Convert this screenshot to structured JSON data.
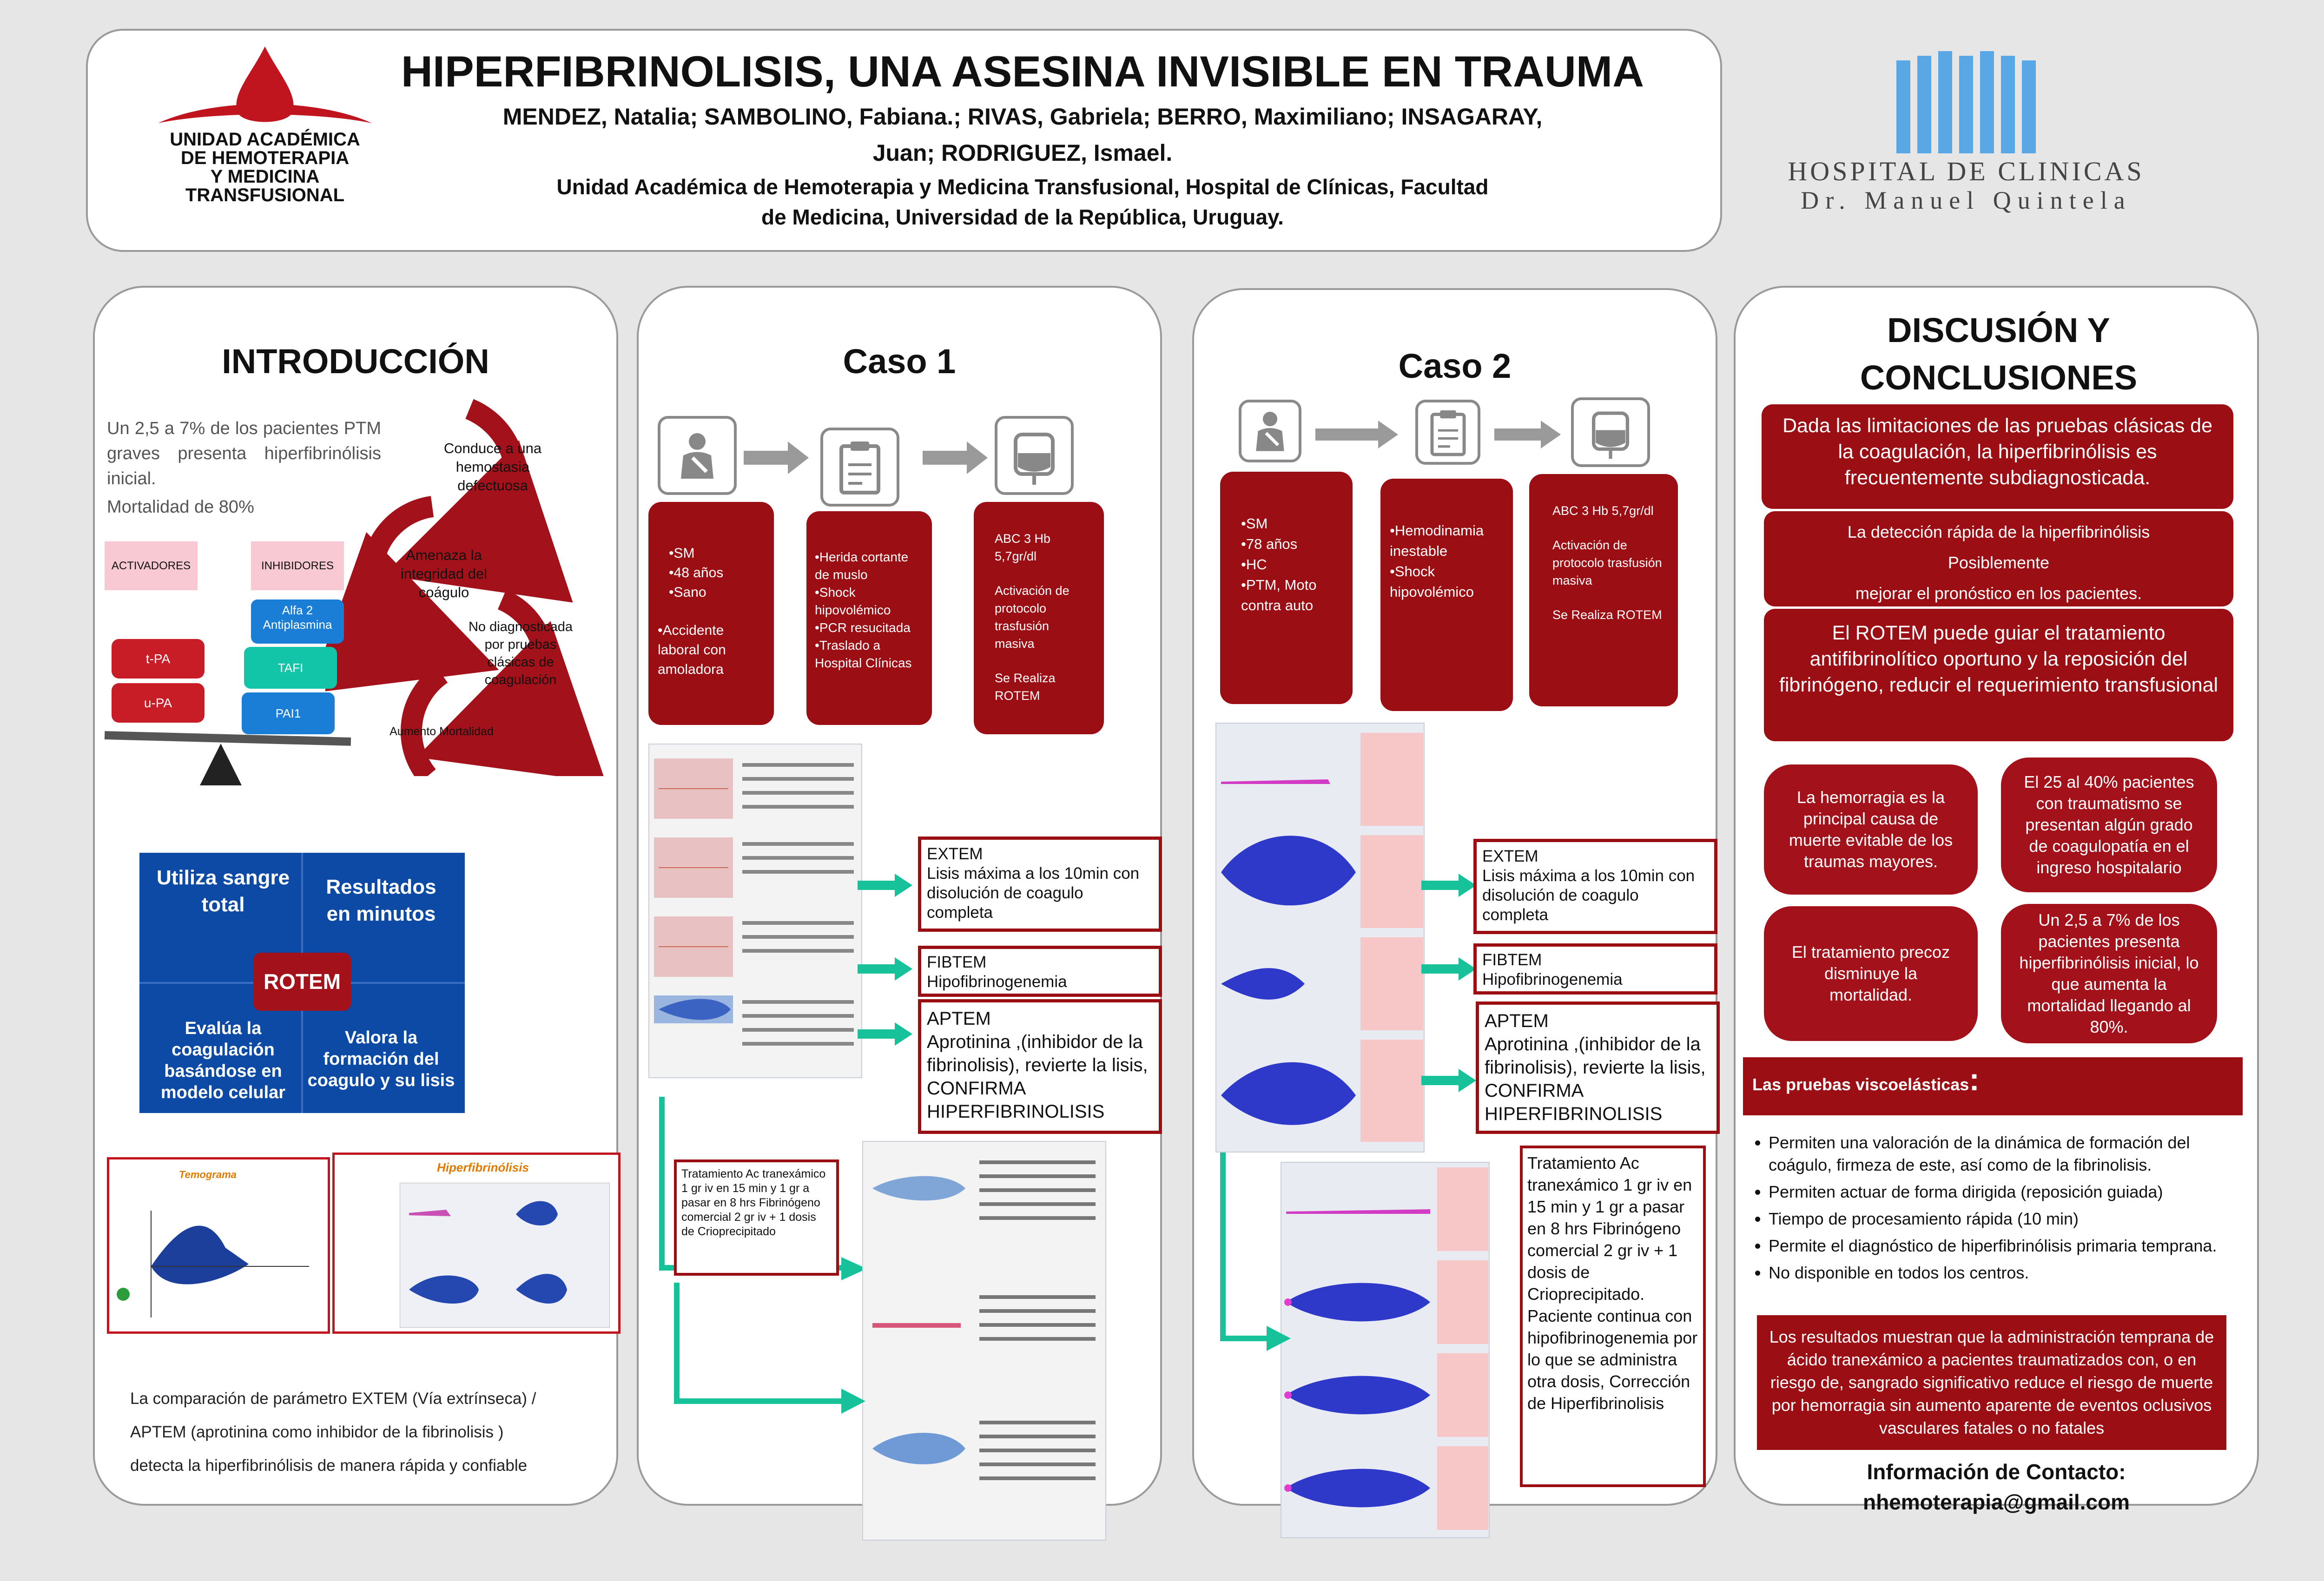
{
  "header": {
    "title": "HIPERFIBRINOLISIS, UNA ASESINA INVISIBLE EN TRAUMA",
    "authors_line1": "MENDEZ, Natalia; SAMBOLINO, Fabiana.; RIVAS, Gabriela; BERRO, Maximiliano; INSAGARAY,",
    "authors_line2": "Juan; RODRIGUEZ, Ismael.",
    "affiliation_line1": "Unidad Académica de Hemoterapia y Medicina Transfusional, Hospital de Clínicas, Facultad",
    "affiliation_line2": "de Medicina, Universidad de la República, Uruguay.",
    "logo_left": [
      "UNIDAD ACADÉMICA",
      "DE HEMOTERAPIA",
      "Y MEDICINA",
      "TRANSFUSIONAL"
    ],
    "logo_right_line1": "HOSPITAL DE CLINICAS",
    "logo_right_line2": "Dr. Manuel Quintela"
  },
  "intro": {
    "title": "INTRODUCCIÓN",
    "text1": "Un 2,5 a 7% de los pacientes PTM graves presenta hiperfibrinólisis inicial.",
    "text2": "Mortalidad de 80%",
    "activadores": "ACTIVADORES",
    "inhibidores": "INHIBIDORES",
    "tpa": "t-PA",
    "upa": "u-PA",
    "alfa2": "Alfa 2 Antiplasmina",
    "tafi": "TAFI",
    "pai1": "PAI1",
    "cycle": [
      "Conduce a una hemostasia defectuosa",
      "Amenaza la integridad del coágulo",
      "No diagnosticada por pruebas clásicas de coagulación",
      "Aumento Mortalidad"
    ],
    "rotem_center": "ROTEM",
    "rotem_q1": "Utiliza sangre total",
    "rotem_q2": "Resultados en minutos",
    "rotem_q3": "Evalúa la coagulación basándose en modelo celular",
    "rotem_q4": "Valora la formación del coagulo y su lisis",
    "temograma": "Temograma",
    "hiperfib": "Hiperfibrinólisis",
    "bottom1": "La comparación de parámetro EXTEM (Vía extrínseca) /",
    "bottom2": "APTEM (aprotinina como inhibidor de la fibrinolisis )",
    "bottom3": "detecta la hiperfibrinólisis de manera rápida y confiable"
  },
  "caso1": {
    "title": "Caso 1",
    "box1": [
      "•SM",
      "•48 años",
      "•Sano",
      "",
      "•Accidente laboral con amoladora"
    ],
    "box2": [
      "•Herida cortante de muslo",
      "•Shock hipovolémico",
      "•PCR resucitada",
      "•Traslado a Hospital Clínicas"
    ],
    "box3": [
      "ABC 3         Hb 5,7gr/dl",
      "",
      "Activación de protocolo trasfusión masiva",
      "",
      "Se Realiza ROTEM"
    ],
    "extem_title": "EXTEM",
    "extem_text": "Lisis  máxima a los 10min con disolución de coagulo completa",
    "fibtem_title": "FIBTEM",
    "fibtem_text": "Hipofibrinogenemia",
    "aptem_title": "APTEM",
    "aptem_text": "Aprotinina ,(inhibidor de la fibrinolisis),  revierte la lisis, CONFIRMA HIPERFIBRINOLISIS",
    "tratamiento": "Tratamiento Ac tranexámico 1 gr  iv en 15 min y 1 gr a pasar en 8 hrs Fibrinógeno comercial 2 gr iv + 1 dosis de Crioprecipitado"
  },
  "caso2": {
    "title": "Caso 2",
    "box1": [
      "•SM",
      "•78 años",
      "•HC",
      "•PTM, Moto contra auto"
    ],
    "box2": [
      "•Hemodinamia inestable",
      "•Shock hipovolémico"
    ],
    "box3": [
      "ABC 3         Hb 5,7gr/dl",
      "",
      "Activación de protocolo trasfusión masiva",
      "",
      "Se Realiza ROTEM"
    ],
    "extem_title": "EXTEM",
    "extem_text": "Lisis  máxima a los 10min con disolución de coagulo completa",
    "fibtem_title": "FIBTEM",
    "fibtem_text": "Hipofibrinogenemia",
    "aptem_title": "APTEM",
    "aptem_text": "Aprotinina ,(inhibidor de la fibrinolisis),  revierte la lisis, CONFIRMA HIPERFIBRINOLISIS",
    "tratamiento": "Tratamiento Ac tranexámico 1 gr iv en 15 min y 1 gr a pasar en 8 hrs Fibrinógeno comercial 2 gr iv + 1 dosis de Crioprecipitado. Paciente continua con hipofibrinogenemia por lo que se administra otra dosis, Corrección de Hiperfibrinolisis"
  },
  "discusion": {
    "title": "DISCUSIÓN Y CONCLUSIONES",
    "box1": "Dada las limitaciones de las pruebas clásicas de la coagulación, la hiperfibrinólisis es frecuentemente subdiagnosticada.",
    "box2_l1": "La detección rápida de la hiperfibrinólisis",
    "box2_l2": "Posiblemente",
    "box2_l3": "mejorar el pronóstico en los pacientes.",
    "box3": "El ROTEM puede guiar el tratamiento antifibrinolítico oportuno y la reposición del fibrinógeno, reducir el requerimiento transfusional",
    "pill1": "La hemorragia es la principal causa de muerte evitable de los traumas mayores.",
    "pill2": "El 25 al 40% pacientes con traumatismo se presentan algún grado de coagulopatía en el ingreso hospitalario",
    "pill3": "El tratamiento precoz disminuye la mortalidad.",
    "pill4": "Un 2,5 a 7% de los pacientes presenta hiperfibrinólisis inicial, lo que aumenta la mortalidad llegando al 80%.",
    "pruebas_title": "Las pruebas viscoelásticas",
    "pruebas_colon": ":",
    "bullets": [
      "Permiten una valoración de la dinámica de formación del coágulo,  firmeza de este, así como de la fibrinolisis.",
      "Permiten actuar de forma dirigida (reposición guiada)",
      "Tiempo de procesamiento rápida (10 min)",
      "Permite el diagnóstico de hiperfibrinólisis primaria temprana.",
      "No disponible en todos los centros."
    ],
    "resultados": "Los resultados muestran que la administración temprana de ácido tranexámico a pacientes traumatizados con, o en riesgo de, sangrado significativo reduce el riesgo de muerte por hemorragia sin aumento aparente de eventos oclusivos vasculares fatales o no fatales",
    "contact_title": "Información de Contacto:",
    "contact_email": "nhemoterapia@gmail.com"
  },
  "colors": {
    "accent_red": "#9b0e14",
    "blue": "#1f4fa8",
    "arrow_green": "#17c29a"
  }
}
